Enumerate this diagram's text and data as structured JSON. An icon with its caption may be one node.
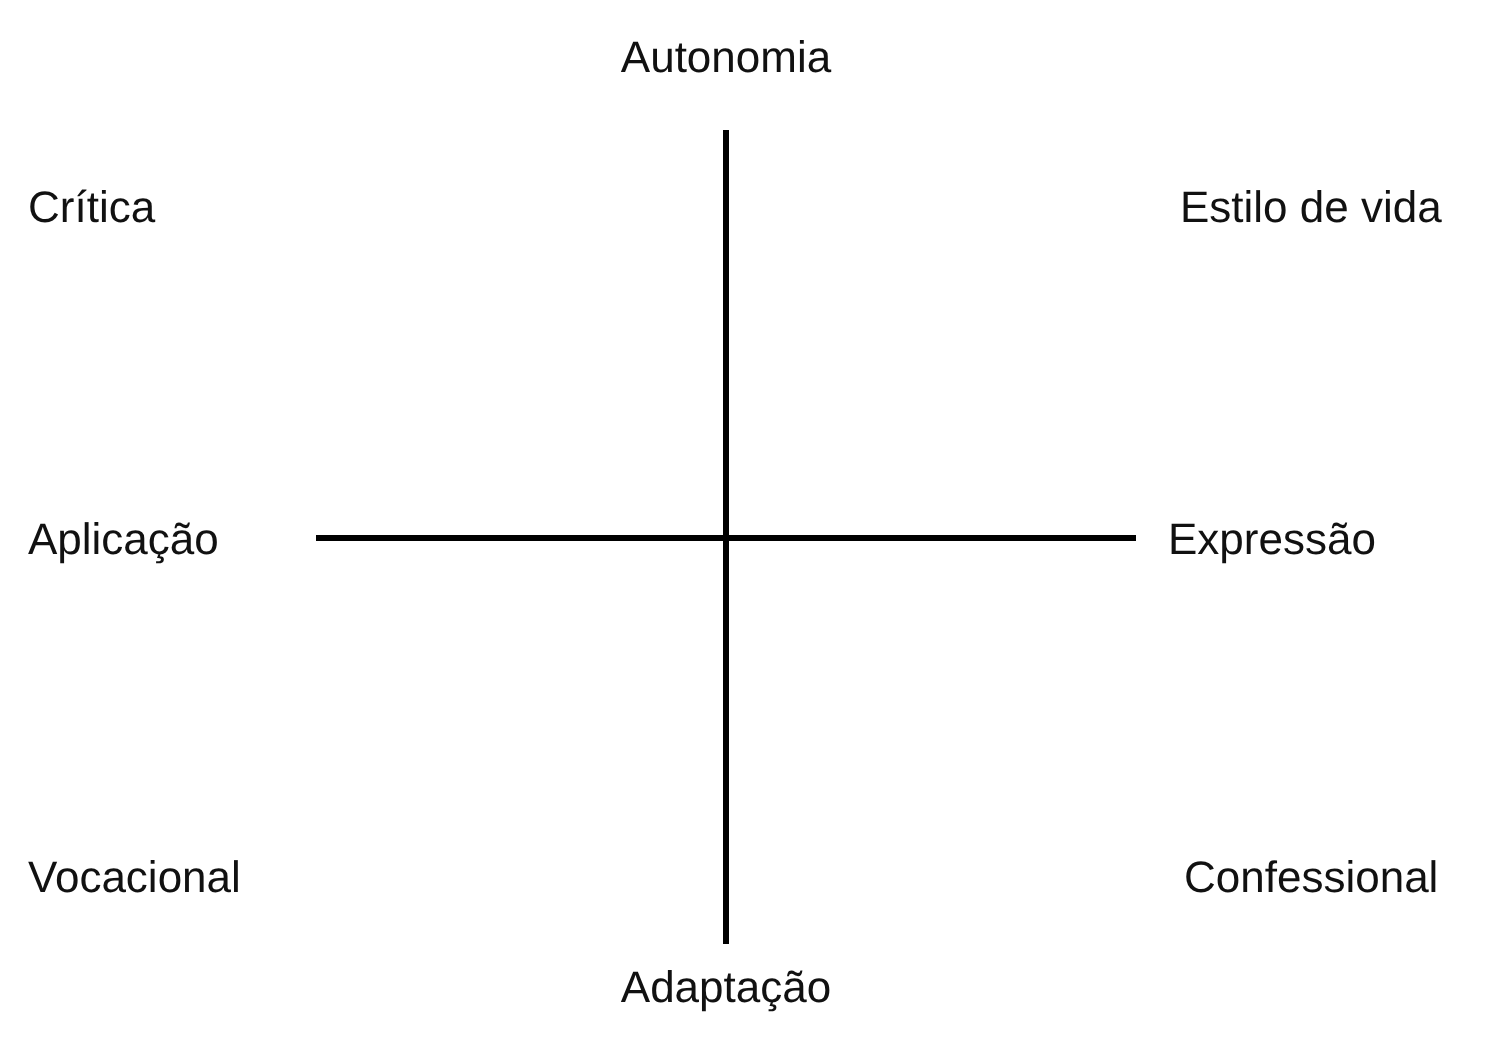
{
  "diagram": {
    "labels": [
      "Autonomia",
      "Crítica",
      "Estilo de vida",
      "Aplicação",
      "Expressão",
      "Vocacional",
      "Confessional",
      "Adaptação"
    ]
  }
}
